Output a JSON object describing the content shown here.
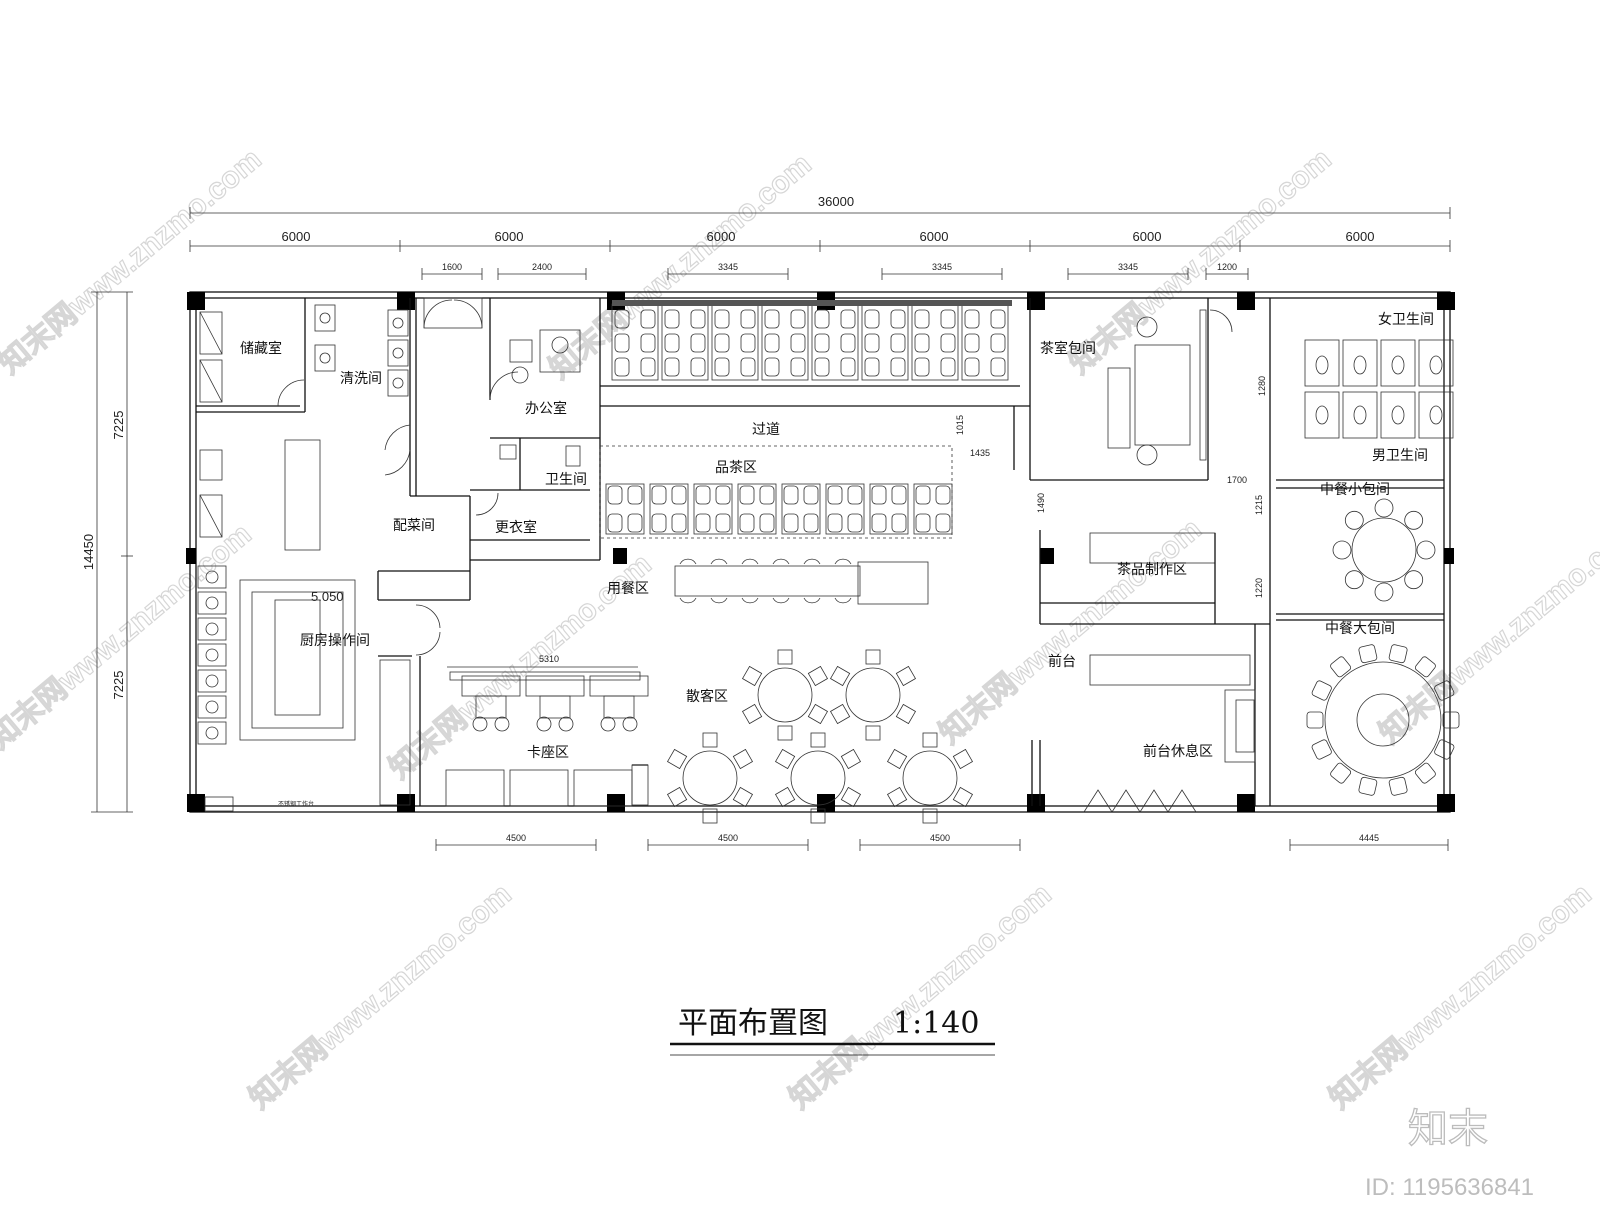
{
  "title": "平面布置图",
  "scale": "1:140",
  "dimensions": {
    "total": "36000",
    "bays": [
      "6000",
      "6000",
      "6000",
      "6000",
      "6000",
      "6000"
    ],
    "left_total": "14450",
    "left_parts": [
      "7225",
      "7225"
    ],
    "top_details": [
      "1600",
      "2400",
      "3345",
      "3345",
      "3345",
      "1200"
    ],
    "bottom": [
      "4500",
      "4500",
      "4500",
      "4445"
    ],
    "inner": [
      "5310",
      "1015",
      "1435",
      "1490",
      "1700",
      "1215",
      "1220",
      "1280"
    ],
    "level": "5.050"
  },
  "rooms": {
    "storage": "储藏室",
    "wash": "清洗间",
    "office": "办公室",
    "toilet": "卫生间",
    "corridor": "过道",
    "tea_room": "茶室包间",
    "female_wc": "女卫生间",
    "male_wc": "男卫生间",
    "tea_area": "品茶区",
    "prep": "配菜间",
    "locker": "更衣室",
    "dining": "用餐区",
    "tea_making": "茶品制作区",
    "small_private": "中餐小包间",
    "kitchen": "厨房操作间",
    "reception": "前台",
    "large_private": "中餐大包间",
    "hall": "散客区",
    "booth": "卡座区",
    "lounge": "前台休息区",
    "counter_note": "不锈钢工作台"
  },
  "watermark": "知末网www.znzmo.com",
  "brand": "知末",
  "image_id": "ID: 1195636841"
}
